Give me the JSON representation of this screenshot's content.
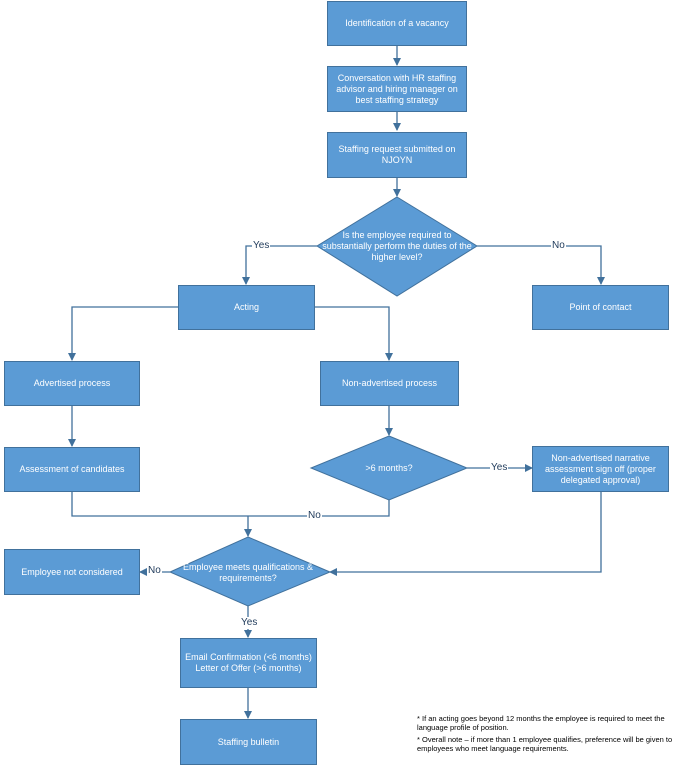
{
  "nodes": {
    "identification": "Identification of a vacancy",
    "conversation": "Conversation with HR staffing advisor and hiring manager on best staffing strategy",
    "staffing_request": "Staffing request submitted on NJOYN",
    "decision_duties": "Is the employee required to substantially perform the duties of the higher level?",
    "acting": "Acting",
    "point_of_contact": "Point of contact",
    "advertised_process": "Advertised process",
    "non_advertised_process": "Non-advertised process",
    "assessment_candidates": "Assessment of candidates",
    "decision_six_months": ">6 months?",
    "narrative_signoff": "Non-advertised narrative assessment sign off (proper delegated approval)",
    "decision_qualifications": "Employee meets qualifications & requirements?",
    "not_considered": "Employee not considered",
    "email_confirmation": "Email Confirmation (<6 months) Letter of Offer (>6 months)",
    "staffing_bulletin": "Staffing bulletin"
  },
  "edge_labels": {
    "yes_duties": "Yes",
    "no_duties": "No",
    "yes_six": "Yes",
    "no_six": "No",
    "no_qual": "No",
    "yes_qual": "Yes"
  },
  "notes": {
    "note1": "* If an acting goes beyond 12 months the employee is required to meet the language profile of position.",
    "note2": "* Overall note – if more than 1 employee qualifies, preference will be given to employees who meet language requirements."
  },
  "colors": {
    "box_fill": "#5b9bd5",
    "box_border": "#41719c",
    "connector": "#41719c",
    "text_on_box": "#ffffff"
  }
}
